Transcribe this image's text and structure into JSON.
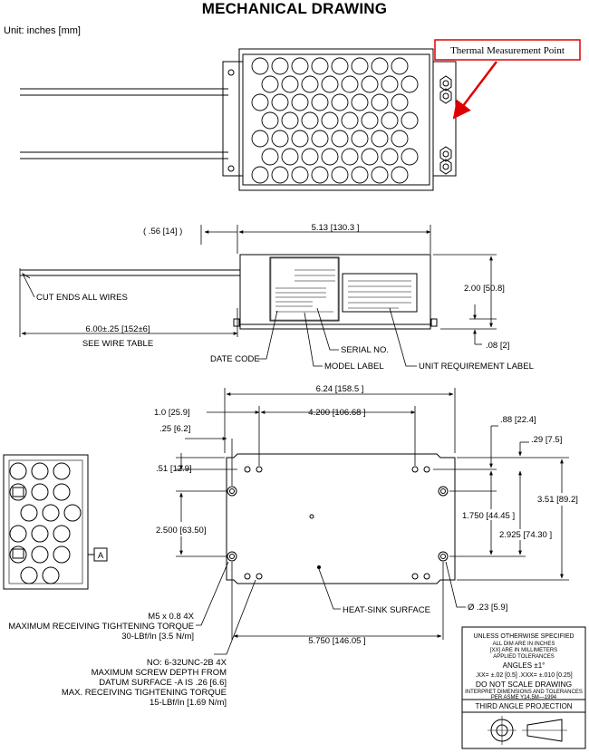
{
  "header": {
    "title": "MECHANICAL DRAWING",
    "unit": "Unit: inches [mm]"
  },
  "top_view": {
    "callout": "Thermal Measurement Point",
    "callout_color": "#e00000"
  },
  "side_view": {
    "dims": {
      "left_offset": "( .56 [14] )",
      "length": "5.13 [130.3 ]",
      "height": "2.00 [50.8]",
      "base": ".08 [2]",
      "wire": "6.00±.25 [152±6]",
      "wire_note": "SEE WIRE TABLE"
    },
    "labels": {
      "cut_ends": "CUT ENDS ALL WIRES",
      "date_code": "DATE CODE",
      "model_label": "MODEL LABEL",
      "serial_no": "SERIAL NO.",
      "unit_req": "UNIT REQUIREMENT LABEL"
    }
  },
  "bottom_view": {
    "dims": {
      "overall_width": "6.24 [158.5 ]",
      "hole_offset": "1.0 [25.9]",
      "hole_spacing": "4.200 [106.68 ]",
      "edge": ".25 [6.2]",
      "top_gap": ".51 [12.9]",
      "hole_vert": "2.500 [63.50]",
      "r_top": ".88 [22.4]",
      "r_edge": ".29 [7.5]",
      "r_mid": "1.750 [44.45 ]",
      "r_low": "2.925 [74.30 ]",
      "overall_height": "3.51 [89.2]",
      "bottom_span": "5.750 [146.05 ]",
      "dia": "Ø .23 [5.9]"
    },
    "labels": {
      "heat_sink": "HEAT-SINK SURFACE",
      "datum": "A",
      "m5_1": "M5 x 0.8 4X",
      "m5_2": "MAXIMUM RECEIVING TIGHTENING TORQUE",
      "m5_3": "30-LBf/In [3.5 N/m]",
      "n6_1": "NO: 6-32UNC-2B 4X",
      "n6_2": "MAXIMUM SCREW DEPTH FROM",
      "n6_3": "DATUM SURFACE -A IS .26 [6.6]",
      "n6_4": "MAX. RECEIVING TIGHTENING TORQUE",
      "n6_5": "15-LBf/In [1.69 N/m]"
    }
  },
  "tolerance_block": {
    "l1": "UNLESS OTHERWISE SPECIFIED",
    "l2": "ALL DIM ARE IN INCHES",
    "l3": "[XX] ARE IN MILLIMETERS",
    "l4": "APPLIED TOLERANCES",
    "l5": "ANGLES ±1°",
    "l6": ".XX= ±.02 [0.5]  .XXX= ±.010 [0.25]",
    "l7": "DO NOT SCALE DRAWING",
    "l8": "INTERPRET DIMENSIONS AND TOLERANCES",
    "l9": "PER ASME Y14.5M—1994",
    "projection": "THIRD ANGLE PROJECTION"
  }
}
